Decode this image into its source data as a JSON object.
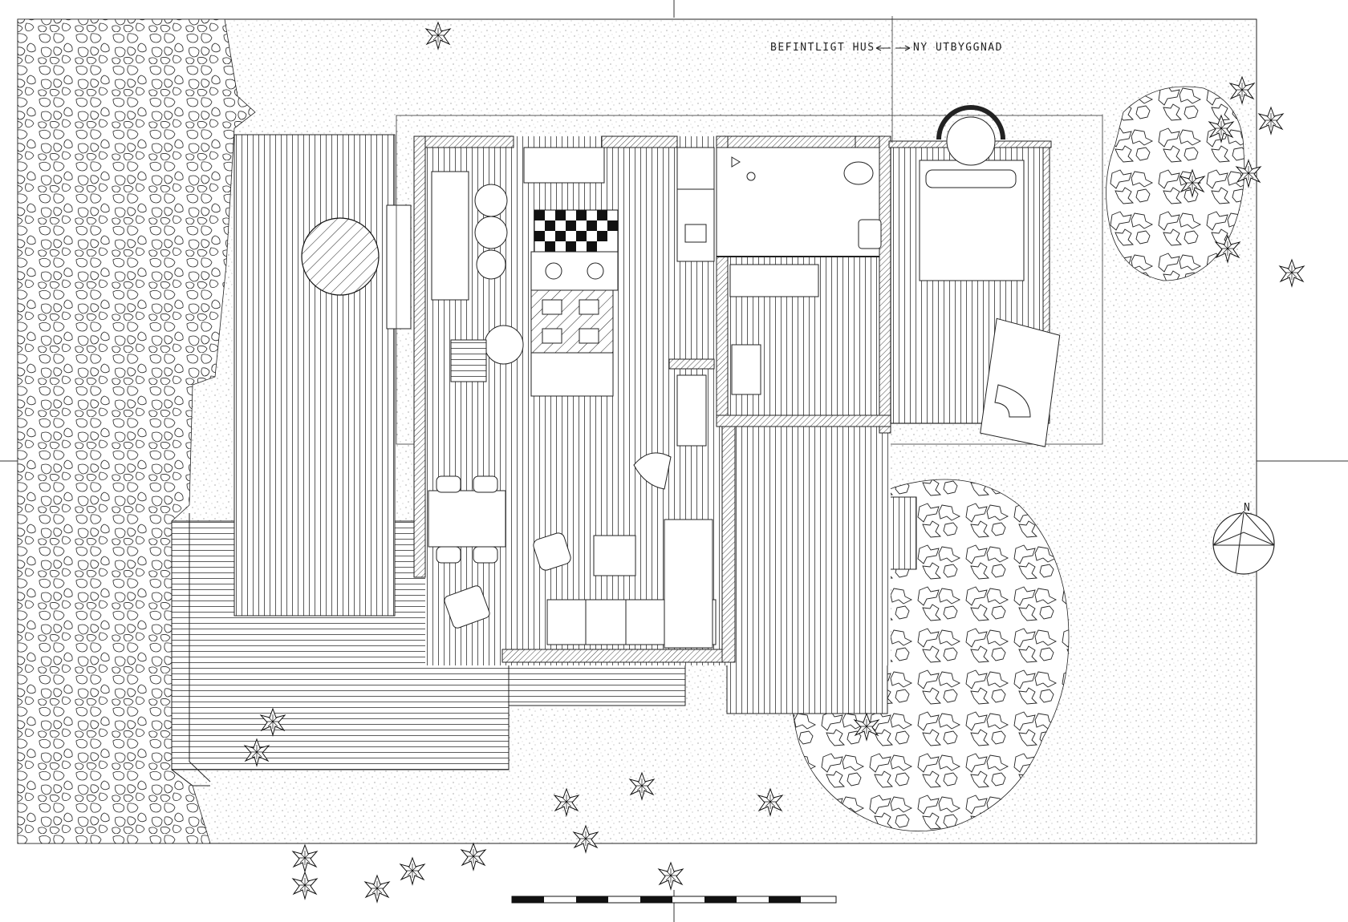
{
  "plan": {
    "label_existing": "BEFINTLIGT HUS",
    "label_new": "NY UTBYGGNAD",
    "north": "N"
  },
  "colors": {
    "ink": "#1a1a1a",
    "paper": "#ffffff",
    "wall_hatch": "#444444"
  },
  "icons": [
    "north-arrow-icon",
    "arrow-left-icon",
    "arrow-right-icon",
    "plant-icon",
    "tree-canopy-icon"
  ]
}
